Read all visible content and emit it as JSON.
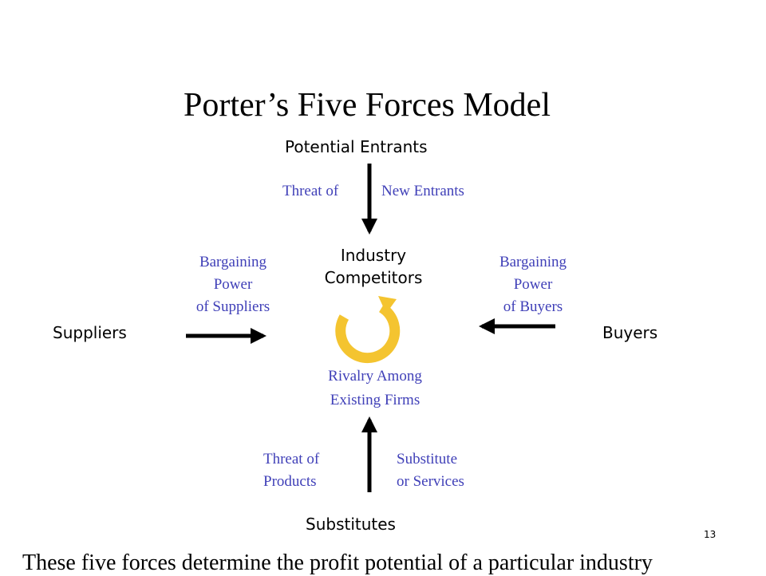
{
  "slide": {
    "title": "Porter’s Five Forces Model",
    "page_number": "13",
    "footer_text": "These five forces determine the profit potential of a particular industry"
  },
  "nodes": {
    "potential_entrants": "Potential Entrants",
    "industry_line1": "Industry",
    "industry_line2": "Competitors",
    "suppliers": "Suppliers",
    "buyers": "Buyers",
    "substitutes": "Substitutes"
  },
  "forces": {
    "new_entrants_left": "Threat of",
    "new_entrants_right": "New Entrants",
    "suppliers_line1": "Bargaining",
    "suppliers_line2": "Power",
    "suppliers_line3": "of Suppliers",
    "buyers_line1": "Bargaining",
    "buyers_line2": "Power",
    "buyers_line3": "of Buyers",
    "rivalry_line1": "Rivalry Among",
    "rivalry_line2": "Existing Firms",
    "substitutes_left1": "Threat of",
    "substitutes_left2": "Products",
    "substitutes_right1": "Substitute",
    "substitutes_right2": "or Services"
  },
  "colors": {
    "force_text": "#4040b8",
    "cycle_arrow": "#f4c430",
    "arrows": "#000000"
  },
  "icons": {
    "rivalry": "cycle-arrow-icon"
  }
}
